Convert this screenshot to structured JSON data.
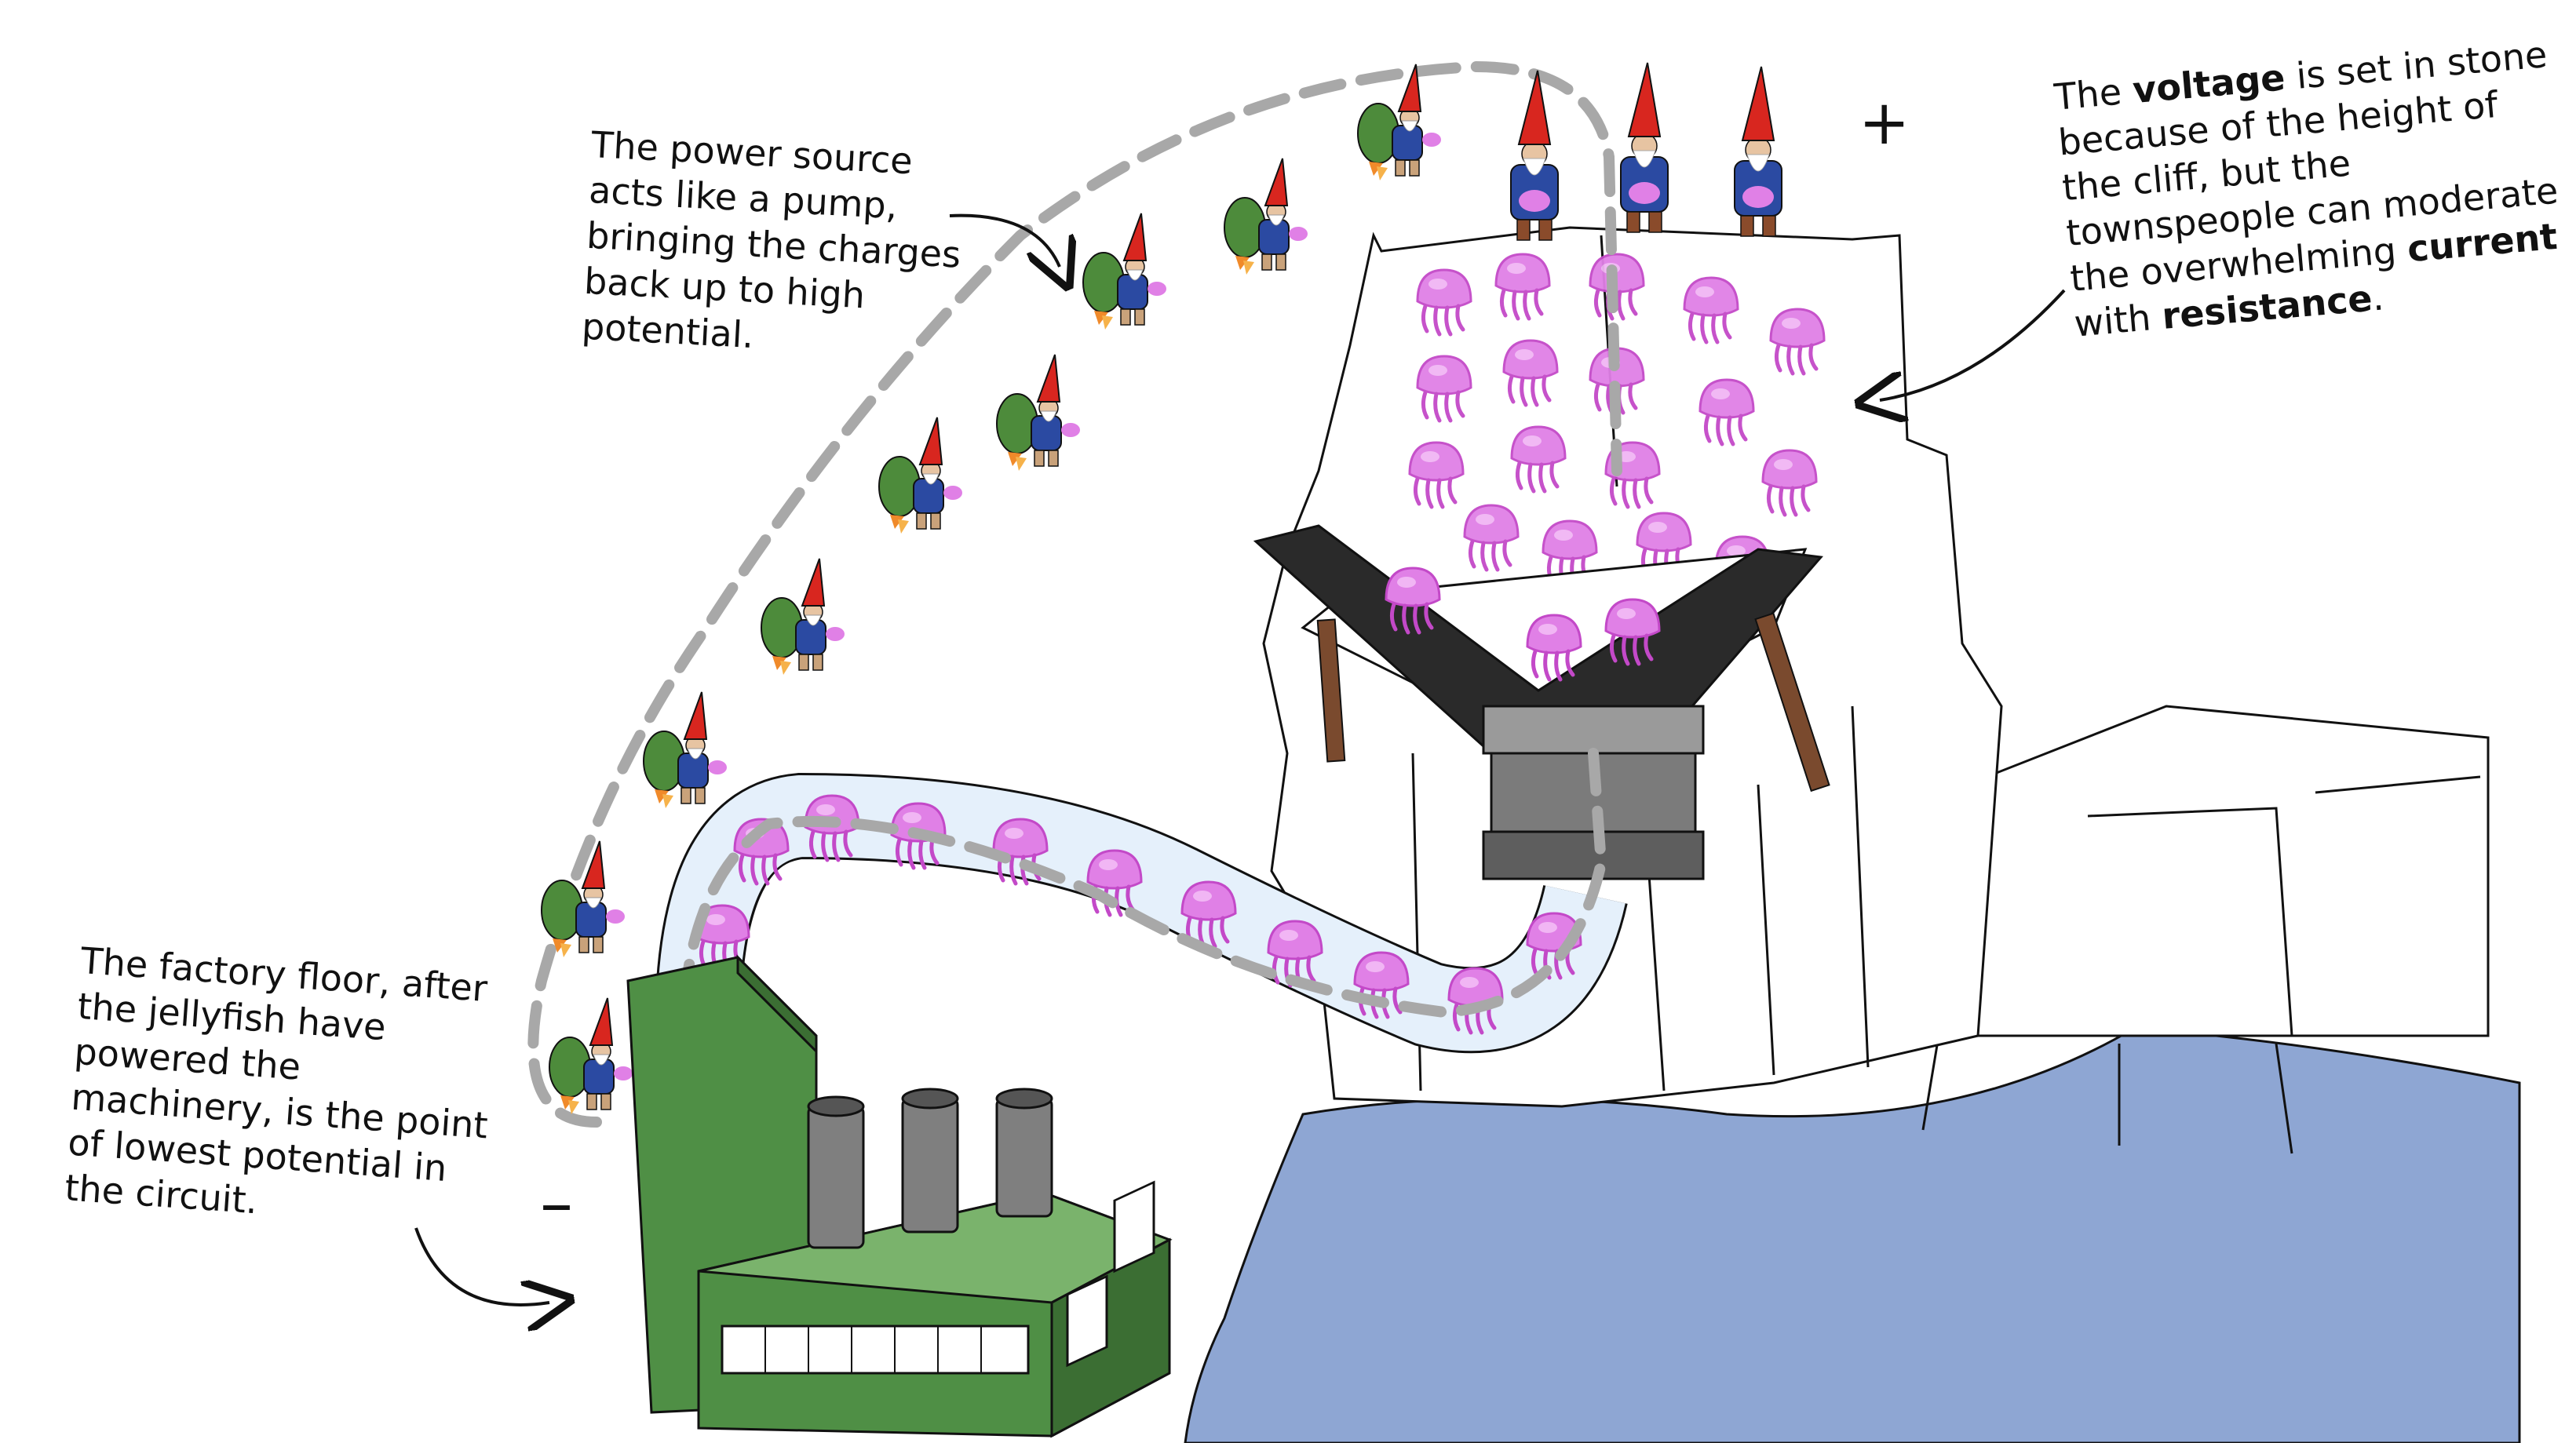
{
  "labels": {
    "plus": "+",
    "minus": "–"
  },
  "captions": {
    "pump": {
      "text": "The power source\nacts like a pump,\nbringing the charges\nback up to high\npotential."
    },
    "voltage": {
      "part1": "The ",
      "bold1": "voltage",
      "part2": " is set in stone\nbecause of the height of\nthe cliff, but the\ntownspeople can moderate\nthe overwhelming ",
      "bold2": "current",
      "part3": "\nwith ",
      "bold3": "resistance",
      "part4": "."
    },
    "floor": {
      "text": "The factory floor, after\nthe jellyfish have\npowered the\nmachinery, is the point\nof lowest potential in\nthe circuit."
    }
  },
  "colors": {
    "water": "#8ea6d3",
    "cliff": "#ffffff",
    "outline": "#111111",
    "factory_green": "#4f8f45",
    "factory_light": "#7ab36c",
    "chimney": "#7f7f7f",
    "jellyfish": "#e080e6",
    "jellyfish_dark": "#c349c8",
    "gnome_hat": "#d8261f",
    "gnome_coat": "#2b4aa2",
    "gnome_pack": "#4d8b3b",
    "funnel": "#2a2a2a",
    "pipe_fill": "#e5f0fb",
    "dash": "#a8a8a8",
    "flame": "#f08a2a"
  },
  "icons": {
    "gnome": "jetpack-gnome-icon",
    "jellyfish": "jellyfish-icon",
    "arrow": "curved-arrow-icon"
  }
}
